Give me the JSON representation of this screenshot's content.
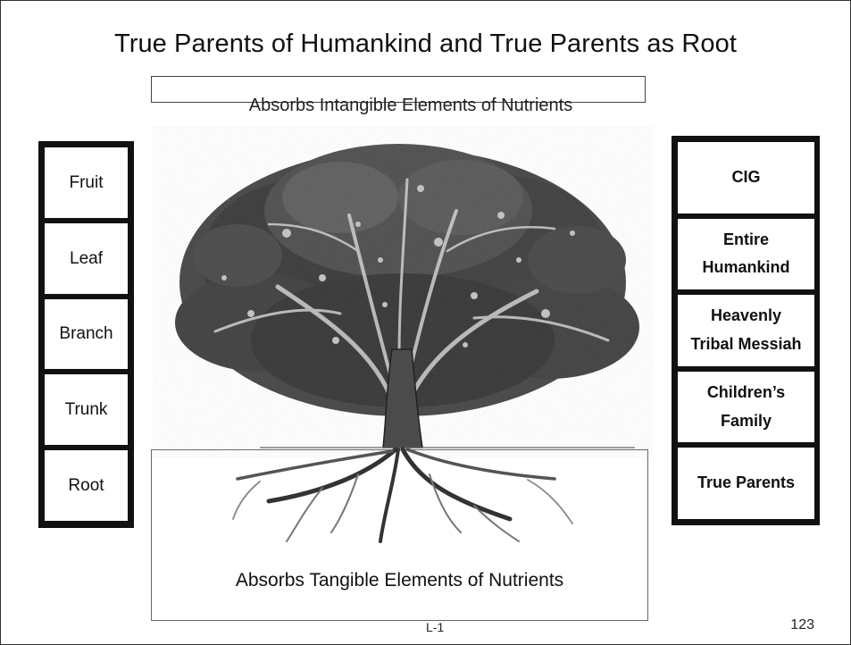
{
  "title": "True Parents of Humankind and True Parents as Root",
  "top_caption": "Absorbs Intangible Elements of Nutrients",
  "bottom_caption": "Absorbs Tangible Elements of Nutrients",
  "left_column": [
    "Fruit",
    "Leaf",
    "Branch",
    "Trunk",
    "Root"
  ],
  "right_column": [
    "CIG",
    "Entire\nHumankind",
    "Heavenly\nTribal Messiah",
    "Children’s\nFamily",
    "True Parents"
  ],
  "footer": {
    "code": "L-1",
    "page_number": "123"
  },
  "colors": {
    "box_border": "#111111",
    "tree_foliage": "#2f2f2f",
    "tree_trunk": "#4b4b4b"
  }
}
